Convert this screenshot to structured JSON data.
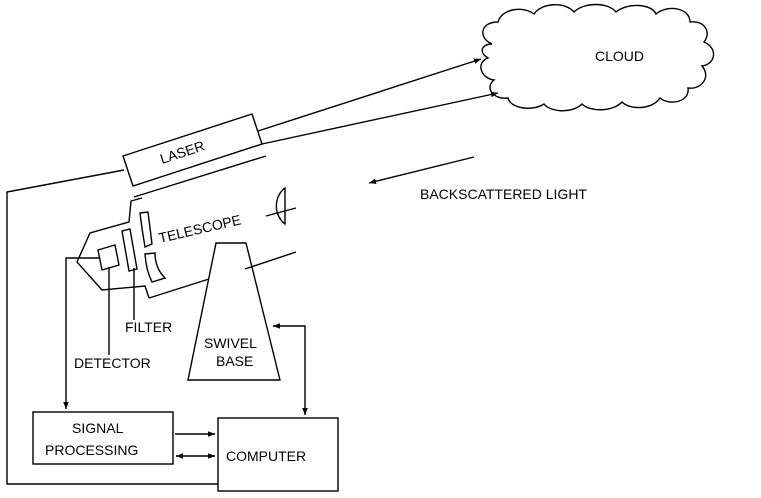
{
  "labels": {
    "cloud": "CLOUD",
    "laser": "LASER",
    "backscattered_light": "BACKSCATTERED LIGHT",
    "telescope": "TELESCOPE",
    "filter": "FILTER",
    "detector": "DETECTOR",
    "swivel": "SWIVEL",
    "base": "BASE",
    "signal": "SIGNAL",
    "processing": "PROCESSING",
    "computer": "COMPUTER"
  }
}
